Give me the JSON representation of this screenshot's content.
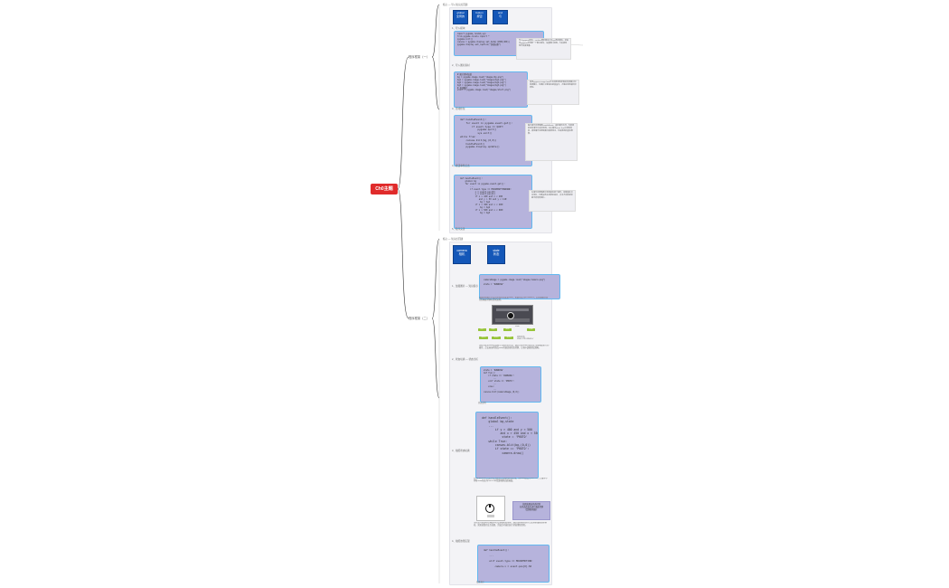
{
  "root": {
    "title": "Ch0主题"
  },
  "part1": {
    "title": "程序框架（一）",
    "intro": "核心 — 导入知识点回顾",
    "boxes": [
      "global\n全局的",
      "button\n按钮",
      "and\n与"
    ],
    "sections": [
      {
        "label": "1、导入模块",
        "code": [
          "import pygame,random,sys",
          "from pygame.locals import *",
          "pygame.init()",
          "canvas = pygame.display.set_mode((1000,600))",
          "pygame.display.set_caption(\"游戏标题\")"
        ],
        "note": "导入pygame模块、random随机模块以及sys系统模块，初始化pygame并创建一个窗口画布，设置窗口标题，为后续游戏开发做准备。"
      },
      {
        "label": "2、导入图片素材",
        "code": [
          "# 图片素材加载",
          "bg = pygame.image.load(\"images/bg.png\")",
          "bg1 = pygame.image.load(\"images/bg1.png\")",
          "bg2 = pygame.image.load(\"images/bg2.png\")",
          "bg3 = pygame.image.load(\"images/bg3.png\")",
          "# 按钮图片",
          "start = pygame.image.load(\"images/start.png\")"
        ],
        "note": "使用pygame.image.load方法加载游戏所需的背景图片和按钮图片，将图片对象保存到变量中，方便在游戏循环中绘制。"
      },
      {
        "label": "3、游戏框架",
        "code": [
          "def handleEvent():",
          "    for event in pygame.event.get():",
          "        if event.type == QUIT:",
          "            pygame.quit()",
          "            sys.exit()",
          "while True:",
          "    canvas.blit(bg,(0,0))",
          "    handleEvent()",
          "    pygame.display.update()"
        ],
        "note": "编写事件处理函数handleEvent，遍历事件队列，当检测到退出事件时关闭游戏；在主循环while True中绘制背景、调用事件处理函数并刷新显示，构成游戏的基本框架。"
      },
      {
        "label": "4、按钮事件点击",
        "code": [
          "def handleEvent():",
          "    global bg",
          "    for event in pygame.event.get():",
          "        ...",
          "        if event.type == MOUSEBUTTONDOWN:",
          "            x = event.pos[0]",
          "            y = event.pos[1]",
          "            if x > 100 and x < 200",
          "               and y > 50 and y < 110:",
          "                bg = bg1",
          "            if x > 300 and x < 400:",
          "                bg = bg2",
          "            if x > 500 and x < 600:",
          "                bg = bg3"
        ],
        "note": "在事件处理函数中检测鼠标按下事件，获取鼠标点击坐标，判断是否在按钮区域内，点击不同按钮切换不同背景图片。"
      }
    ],
    "end": "5、程序完善"
  },
  "part2": {
    "title": "程序框架（二）",
    "intro": "核心 — 知识点回顾",
    "boxes": [
      "camera\n相机",
      "state\n状态"
    ],
    "sections": [
      {
        "label": "1、加载图片 — 知识提示",
        "code": [
          "cameraImage = pygame.image.load(\"images/camera.png\")",
          "state = \"RUNNING\""
        ],
        "desc": "加载相机图片并设置游戏状态变量state，初始状态为RUNNING，后续根据状态控制画面切换和游戏流程。"
      },
      {
        "label": "2、状态切换 — 状态分析",
        "tags": [
          "运行",
          "拍照",
          "暂停",
          "结束"
        ],
        "tags2": [
          "状态1",
          "状态2",
          "状态3"
        ],
        "labels": [
          "state",
          "拍照状态",
          "state = 'RUNNING'"
        ],
        "desc": "游戏中使用state变量表示当前所处状态，通过判断state的值决定当前画面执行的操作，点击按钮时修改state的值实现状态切换，让程序逻辑更加清晰。",
        "code": [
          "state = 'RUNNING'",
          "def fun():",
          "    if state == 'RUNNING':",
          "        ...",
          "    elif state == 'PHOTO':",
          "        ...",
          "    else:",
          "        ...",
          "canvas.blit(cameraImage,(0,0))"
        ],
        "caption": "状态说明"
      },
      {
        "label": "3、拍照状态切换",
        "code": [
          "def handleEvent():",
          "    global bg,state",
          "    ...",
          "        if y > 400 and y < 500",
          "           and x > 450 and x < 550:",
          "            state = 'PHOTO'",
          "    while True:",
          "        canvas.blit(bg,(0,0))",
          "        if state == 'PHOTO':",
          "            camera.draw()"
        ],
        "desc": "在handleEvent方法中检测鼠标点击相机按钮区域，将state修改为PHOTO，主循环中判断state状态为PHOTO时绘制相机拍照画面。"
      },
      {
        "label": "4、拍照效果实现",
        "callout": "拍照效果由状态控制\n在状态改变后进行画面切换\n绘制相机图片",
        "desc": "当状态为拍照时在画面中心绘制相机取景框，通过鼠标移动事件让取景框跟随鼠标移动，实现拍照的交互效果，完成后可返回运行状态继续游戏。",
        "code": [
          "def handleEvent():",
          "    ...",
          "    elif event.type == MOUSEMOTION:",
          "        camera.x = event.pos[0]-50"
        ],
        "caption": "效果演示"
      }
    ]
  }
}
